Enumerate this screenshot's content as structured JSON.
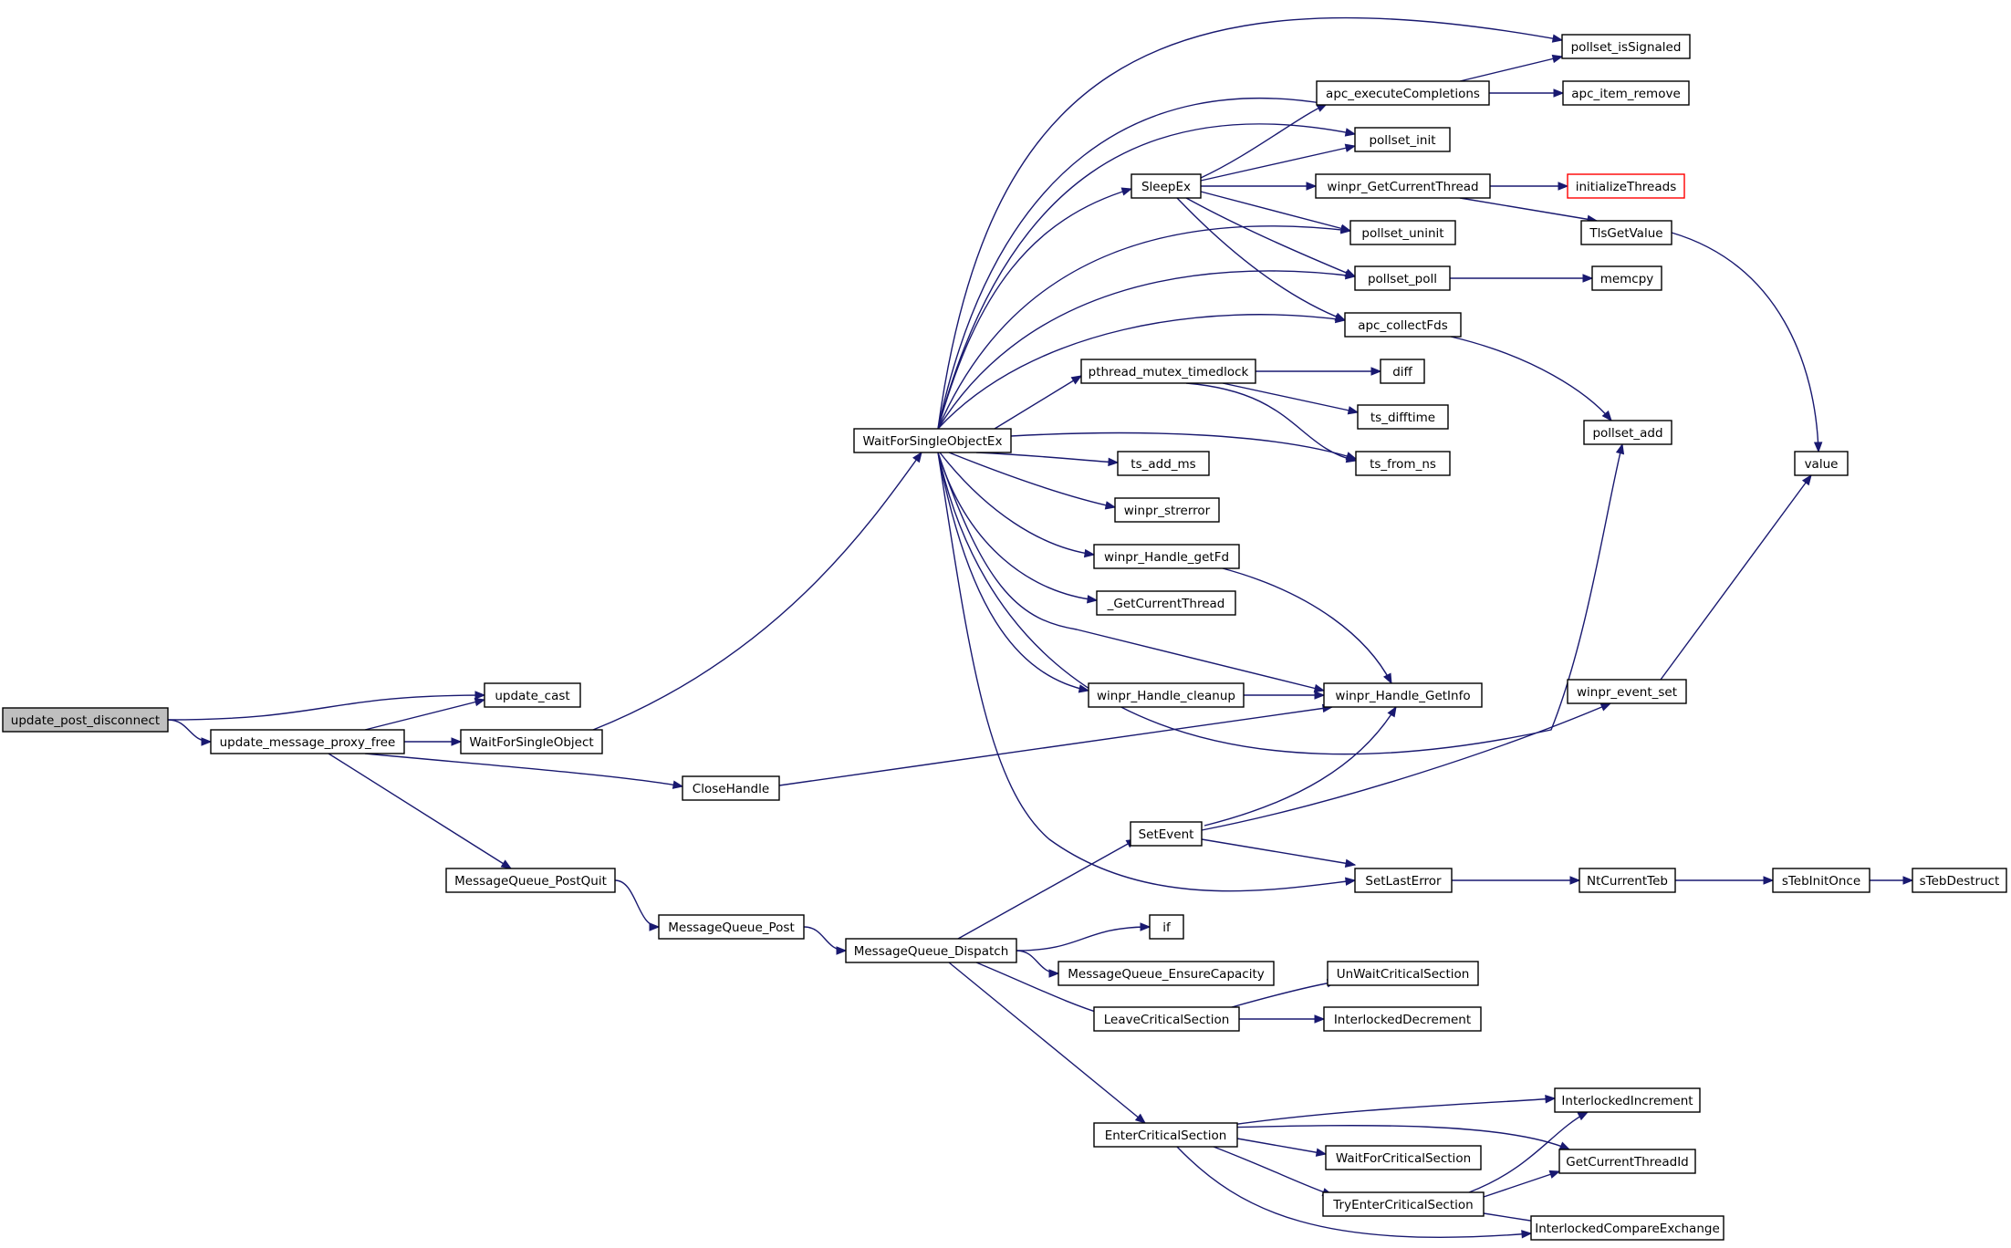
{
  "diagram": {
    "type": "call-graph",
    "colors": {
      "edge": "#191970",
      "root_fill": "#bfbfbf",
      "node_border": "#000000",
      "missing_border": "#ff0000"
    },
    "nodes": [
      {
        "id": "update_post_disconnect",
        "label": "update_post_disconnect",
        "kind": "root"
      },
      {
        "id": "update_cast",
        "label": "update_cast"
      },
      {
        "id": "update_message_proxy_free",
        "label": "update_message_proxy_free"
      },
      {
        "id": "WaitForSingleObject",
        "label": "WaitForSingleObject"
      },
      {
        "id": "CloseHandle",
        "label": "CloseHandle"
      },
      {
        "id": "MessageQueue_PostQuit",
        "label": "MessageQueue_PostQuit"
      },
      {
        "id": "MessageQueue_Post",
        "label": "MessageQueue_Post"
      },
      {
        "id": "MessageQueue_Dispatch",
        "label": "MessageQueue_Dispatch"
      },
      {
        "id": "WaitForSingleObjectEx",
        "label": "WaitForSingleObjectEx"
      },
      {
        "id": "SleepEx",
        "label": "SleepEx"
      },
      {
        "id": "pthread_mutex_timedlock",
        "label": "pthread_mutex_timedlock"
      },
      {
        "id": "ts_add_ms",
        "label": "ts_add_ms"
      },
      {
        "id": "winpr_strerror",
        "label": "winpr_strerror"
      },
      {
        "id": "winpr_Handle_getFd",
        "label": "winpr_Handle_getFd"
      },
      {
        "id": "_GetCurrentThread",
        "label": "_GetCurrentThread"
      },
      {
        "id": "winpr_Handle_cleanup",
        "label": "winpr_Handle_cleanup"
      },
      {
        "id": "SetEvent",
        "label": "SetEvent"
      },
      {
        "id": "if",
        "label": "if"
      },
      {
        "id": "MessageQueue_EnsureCapacity",
        "label": "MessageQueue_EnsureCapacity"
      },
      {
        "id": "LeaveCriticalSection",
        "label": "LeaveCriticalSection"
      },
      {
        "id": "EnterCriticalSection",
        "label": "EnterCriticalSection"
      },
      {
        "id": "pollset_isSignaled",
        "label": "pollset_isSignaled"
      },
      {
        "id": "apc_executeCompletions",
        "label": "apc_executeCompletions"
      },
      {
        "id": "pollset_init",
        "label": "pollset_init"
      },
      {
        "id": "winpr_GetCurrentThread",
        "label": "winpr_GetCurrentThread"
      },
      {
        "id": "pollset_uninit",
        "label": "pollset_uninit"
      },
      {
        "id": "pollset_poll",
        "label": "pollset_poll"
      },
      {
        "id": "apc_collectFds",
        "label": "apc_collectFds"
      },
      {
        "id": "diff",
        "label": "diff"
      },
      {
        "id": "ts_difftime",
        "label": "ts_difftime"
      },
      {
        "id": "ts_from_ns",
        "label": "ts_from_ns"
      },
      {
        "id": "winpr_Handle_GetInfo",
        "label": "winpr_Handle_GetInfo"
      },
      {
        "id": "SetLastError",
        "label": "SetLastError"
      },
      {
        "id": "UnWaitCriticalSection",
        "label": "UnWaitCriticalSection"
      },
      {
        "id": "InterlockedDecrement",
        "label": "InterlockedDecrement"
      },
      {
        "id": "WaitForCriticalSection",
        "label": "WaitForCriticalSection"
      },
      {
        "id": "TryEnterCriticalSection",
        "label": "TryEnterCriticalSection"
      },
      {
        "id": "apc_item_remove",
        "label": "apc_item_remove"
      },
      {
        "id": "initializeThreads",
        "label": "initializeThreads",
        "kind": "missing"
      },
      {
        "id": "TlsGetValue",
        "label": "TlsGetValue"
      },
      {
        "id": "memcpy",
        "label": "memcpy"
      },
      {
        "id": "pollset_add",
        "label": "pollset_add"
      },
      {
        "id": "winpr_event_set",
        "label": "winpr_event_set"
      },
      {
        "id": "NtCurrentTeb",
        "label": "NtCurrentTeb"
      },
      {
        "id": "InterlockedIncrement",
        "label": "InterlockedIncrement"
      },
      {
        "id": "GetCurrentThreadId",
        "label": "GetCurrentThreadId"
      },
      {
        "id": "InterlockedCompareExchange",
        "label": "InterlockedCompareExchange"
      },
      {
        "id": "value",
        "label": "value"
      },
      {
        "id": "sTebInitOnce",
        "label": "sTebInitOnce"
      },
      {
        "id": "sTebDestruct",
        "label": "sTebDestruct"
      }
    ],
    "edges": [
      [
        "update_post_disconnect",
        "update_cast"
      ],
      [
        "update_post_disconnect",
        "update_message_proxy_free"
      ],
      [
        "update_message_proxy_free",
        "update_cast"
      ],
      [
        "update_message_proxy_free",
        "WaitForSingleObject"
      ],
      [
        "update_message_proxy_free",
        "CloseHandle"
      ],
      [
        "update_message_proxy_free",
        "MessageQueue_PostQuit"
      ],
      [
        "WaitForSingleObject",
        "WaitForSingleObjectEx"
      ],
      [
        "CloseHandle",
        "winpr_Handle_GetInfo"
      ],
      [
        "MessageQueue_PostQuit",
        "MessageQueue_Post"
      ],
      [
        "MessageQueue_Post",
        "MessageQueue_Dispatch"
      ],
      [
        "WaitForSingleObjectEx",
        "pollset_isSignaled"
      ],
      [
        "WaitForSingleObjectEx",
        "apc_executeCompletions"
      ],
      [
        "WaitForSingleObjectEx",
        "pollset_init"
      ],
      [
        "WaitForSingleObjectEx",
        "SleepEx"
      ],
      [
        "WaitForSingleObjectEx",
        "pollset_uninit"
      ],
      [
        "WaitForSingleObjectEx",
        "pollset_poll"
      ],
      [
        "WaitForSingleObjectEx",
        "apc_collectFds"
      ],
      [
        "WaitForSingleObjectEx",
        "pthread_mutex_timedlock"
      ],
      [
        "WaitForSingleObjectEx",
        "ts_from_ns"
      ],
      [
        "WaitForSingleObjectEx",
        "ts_add_ms"
      ],
      [
        "WaitForSingleObjectEx",
        "winpr_strerror"
      ],
      [
        "WaitForSingleObjectEx",
        "winpr_Handle_getFd"
      ],
      [
        "WaitForSingleObjectEx",
        "_GetCurrentThread"
      ],
      [
        "WaitForSingleObjectEx",
        "winpr_Handle_GetInfo"
      ],
      [
        "WaitForSingleObjectEx",
        "winpr_Handle_cleanup"
      ],
      [
        "WaitForSingleObjectEx",
        "pollset_add"
      ],
      [
        "WaitForSingleObjectEx",
        "SetLastError"
      ],
      [
        "SleepEx",
        "apc_executeCompletions"
      ],
      [
        "SleepEx",
        "pollset_init"
      ],
      [
        "SleepEx",
        "winpr_GetCurrentThread"
      ],
      [
        "SleepEx",
        "pollset_uninit"
      ],
      [
        "SleepEx",
        "pollset_poll"
      ],
      [
        "SleepEx",
        "apc_collectFds"
      ],
      [
        "apc_executeCompletions",
        "pollset_isSignaled"
      ],
      [
        "apc_executeCompletions",
        "apc_item_remove"
      ],
      [
        "winpr_GetCurrentThread",
        "initializeThreads"
      ],
      [
        "winpr_GetCurrentThread",
        "TlsGetValue"
      ],
      [
        "TlsGetValue",
        "value"
      ],
      [
        "pollset_poll",
        "memcpy"
      ],
      [
        "apc_collectFds",
        "pollset_add"
      ],
      [
        "pthread_mutex_timedlock",
        "diff"
      ],
      [
        "pthread_mutex_timedlock",
        "ts_difftime"
      ],
      [
        "pthread_mutex_timedlock",
        "ts_from_ns"
      ],
      [
        "winpr_Handle_getFd",
        "winpr_Handle_GetInfo"
      ],
      [
        "winpr_Handle_cleanup",
        "winpr_Handle_GetInfo"
      ],
      [
        "MessageQueue_Dispatch",
        "SetEvent"
      ],
      [
        "MessageQueue_Dispatch",
        "if"
      ],
      [
        "MessageQueue_Dispatch",
        "MessageQueue_EnsureCapacity"
      ],
      [
        "MessageQueue_Dispatch",
        "LeaveCriticalSection"
      ],
      [
        "MessageQueue_Dispatch",
        "EnterCriticalSection"
      ],
      [
        "SetEvent",
        "winpr_Handle_GetInfo"
      ],
      [
        "SetEvent",
        "winpr_event_set"
      ],
      [
        "SetEvent",
        "SetLastError"
      ],
      [
        "winpr_event_set",
        "value"
      ],
      [
        "SetLastError",
        "NtCurrentTeb"
      ],
      [
        "NtCurrentTeb",
        "sTebInitOnce"
      ],
      [
        "sTebInitOnce",
        "sTebDestruct"
      ],
      [
        "LeaveCriticalSection",
        "UnWaitCriticalSection"
      ],
      [
        "LeaveCriticalSection",
        "InterlockedDecrement"
      ],
      [
        "EnterCriticalSection",
        "InterlockedIncrement"
      ],
      [
        "EnterCriticalSection",
        "GetCurrentThreadId"
      ],
      [
        "EnterCriticalSection",
        "WaitForCriticalSection"
      ],
      [
        "EnterCriticalSection",
        "TryEnterCriticalSection"
      ],
      [
        "EnterCriticalSection",
        "InterlockedCompareExchange"
      ],
      [
        "TryEnterCriticalSection",
        "InterlockedIncrement"
      ],
      [
        "TryEnterCriticalSection",
        "GetCurrentThreadId"
      ],
      [
        "TryEnterCriticalSection",
        "InterlockedCompareExchange"
      ]
    ]
  }
}
